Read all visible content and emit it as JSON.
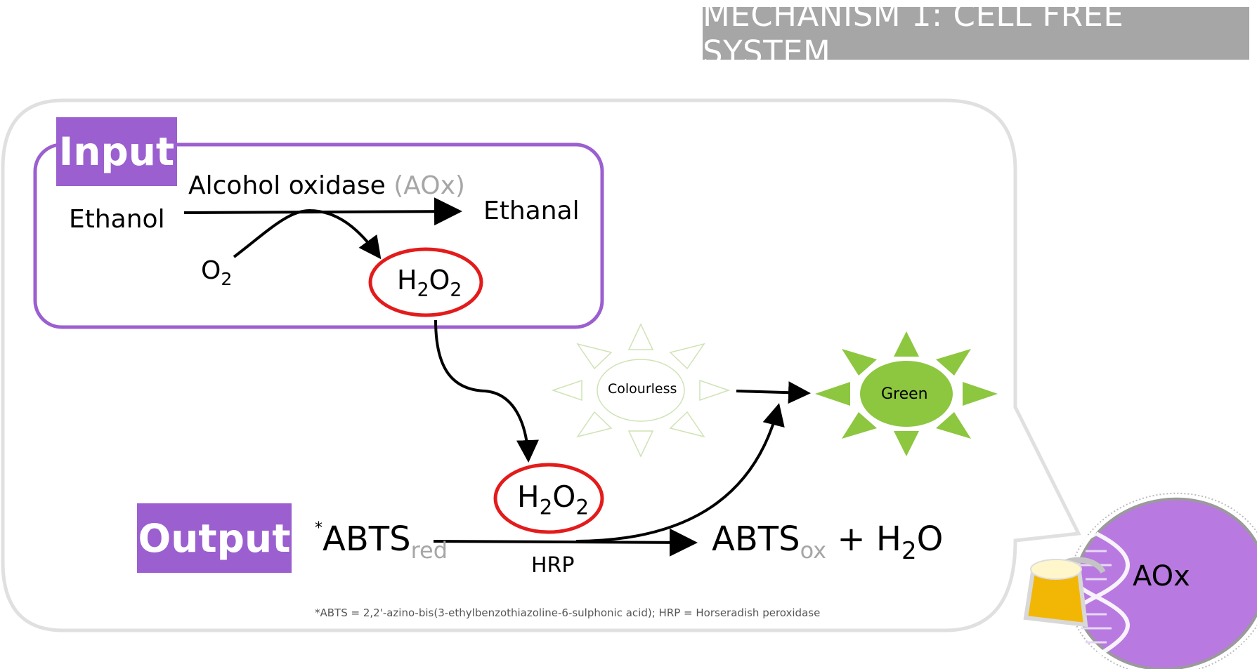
{
  "title": "MECHANISM 1: CELL FREE SYSTEM",
  "badges": {
    "input": "Input",
    "output": "Output"
  },
  "input_reaction": {
    "substrate": "Ethanol",
    "enzyme": "Alcohol oxidase",
    "enzyme_abbr": "(AOx)",
    "product": "Ethanal",
    "cosubstrate": "O",
    "cosubstrate_sub": "2",
    "byproduct": {
      "a": "H",
      "a_sub": "2",
      "b": "O",
      "b_sub": "2"
    }
  },
  "output_reaction": {
    "asterisk": "*",
    "reactant": "ABTS",
    "reactant_sub": "red",
    "enzyme": "HRP",
    "h2o2": {
      "a": "H",
      "a_sub": "2",
      "b": "O",
      "b_sub": "2"
    },
    "product": "ABTS",
    "product_sub": "ox",
    "plus": "+ H",
    "water_sub": "2",
    "water_end": "O"
  },
  "colour_change": {
    "before": "Colourless",
    "after": "Green"
  },
  "cell_label": "AOx",
  "footnote": "*ABTS = 2,2'-azino-bis(3-ethylbenzothiazoline-6-sulphonic acid); HRP = Horseradish peroxidase",
  "colors": {
    "accent": "#9b5fd0",
    "red": "#e31b1b",
    "green": "#8dc63f",
    "title_bg": "#a6a6a6"
  }
}
